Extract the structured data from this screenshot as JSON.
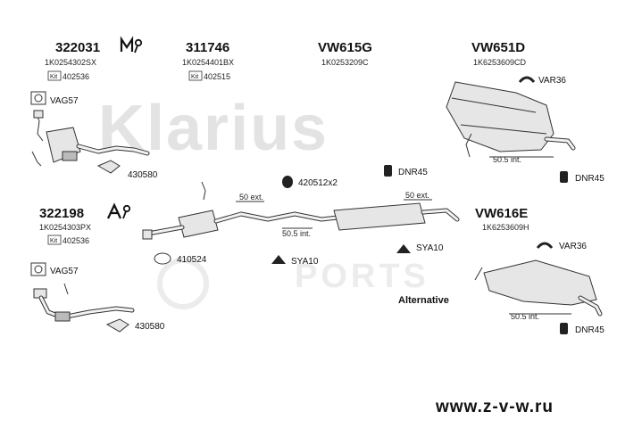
{
  "watermark": {
    "brand": "Klarius",
    "secondary": "PORTS"
  },
  "parts": {
    "p322031": {
      "number": "322031",
      "oem": "1K0254302SX",
      "kit_label": "Kit",
      "kit_number": "402536"
    },
    "p311746": {
      "number": "311746",
      "oem": "1K0254401BX",
      "kit_label": "Kit",
      "kit_number": "402515"
    },
    "pVW615G": {
      "number": "VW615G",
      "oem": "1K0253209C"
    },
    "pVW651D": {
      "number": "VW651D",
      "oem": "1K6253609CD"
    },
    "p322198": {
      "number": "322198",
      "oem": "1K0254303PX",
      "kit_label": "Kit",
      "kit_number": "402536"
    },
    "pVW616E": {
      "number": "VW616E",
      "oem": "1K6253609H"
    }
  },
  "accessories": {
    "vag57_top": "VAG57",
    "vag57_bottom": "VAG57",
    "g430580_top": "430580",
    "g430580_bottom": "430580",
    "g420512": "420512x2",
    "g410524": "410524",
    "sya10_left": "SYA10",
    "sya10_right": "SYA10",
    "dnr45_center": "DNR45",
    "dnr45_right_top": "DNR45",
    "dnr45_right_bottom": "DNR45",
    "var36_top": "VAR36",
    "var36_bottom": "VAR36"
  },
  "annotations": {
    "ext_left": "50 ext.",
    "int_left": "50.5 int.",
    "ext_right": "50 ext.",
    "int_top": "50.5 int.",
    "int_bottom": "50.5 int.",
    "alternative": "Alternative"
  },
  "footer": {
    "website": "www.z-v-w.ru"
  },
  "icons": {
    "manual": "manual-gearbox-icon",
    "automatic": "automatic-gearbox-icon"
  }
}
